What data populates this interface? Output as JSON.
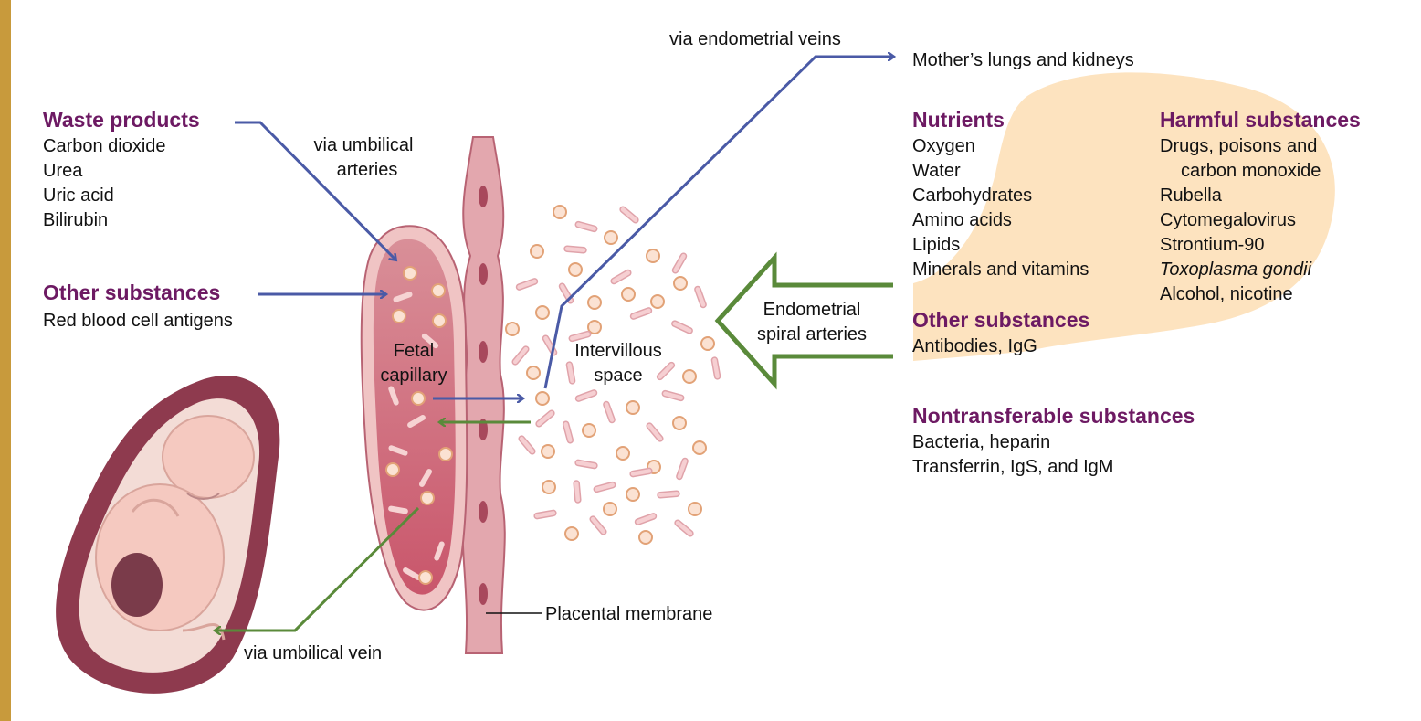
{
  "colors": {
    "heading": "#6d1a63",
    "blue_arrow": "#4a5aa6",
    "green_arrow": "#5a8a3a",
    "highlight": "#fde3bf",
    "tissue": "#d98f98",
    "capillary": "#c9566b",
    "cell_fill": "#fbe2d3",
    "cell_ring": "#e2a277"
  },
  "left": {
    "waste": {
      "heading": "Waste products",
      "items": [
        "Carbon dioxide",
        "Urea",
        "Uric acid",
        "Bilirubin"
      ]
    },
    "other": {
      "heading": "Other substances",
      "items": [
        "Red blood cell antigens"
      ]
    }
  },
  "labels": {
    "via_umbilical_arteries": [
      "via umbilical",
      "arteries"
    ],
    "via_endometrial_veins": "via endometrial veins",
    "mothers_organs": "Mother’s lungs and kidneys",
    "fetal_capillary": [
      "Fetal",
      "capillary"
    ],
    "intervillous_space": [
      "Intervillous",
      "space"
    ],
    "endometrial_spiral_arteries": [
      "Endometrial",
      "spiral arteries"
    ],
    "placental_membrane": "Placental membrane",
    "via_umbilical_vein": "via umbilical vein"
  },
  "right": {
    "nutrients": {
      "heading": "Nutrients",
      "items": [
        "Oxygen",
        "Water",
        "Carbohydrates",
        "Amino acids",
        "Lipids",
        "Minerals and vitamins"
      ]
    },
    "harmful": {
      "heading": "Harmful substances",
      "items": [
        "Drugs, poisons and",
        "carbon monoxide",
        "Rubella",
        "Cytomegalovirus",
        "Strontium-90",
        "Toxoplasma gondii",
        "Alcohol, nicotine"
      ]
    },
    "other": {
      "heading": "Other substances",
      "items": [
        "Antibodies, IgG"
      ]
    },
    "nontransferable": {
      "heading": "Nontransferable substances",
      "items": [
        "Bacteria, heparin",
        "Transferrin, IgS, and IgM"
      ]
    }
  }
}
